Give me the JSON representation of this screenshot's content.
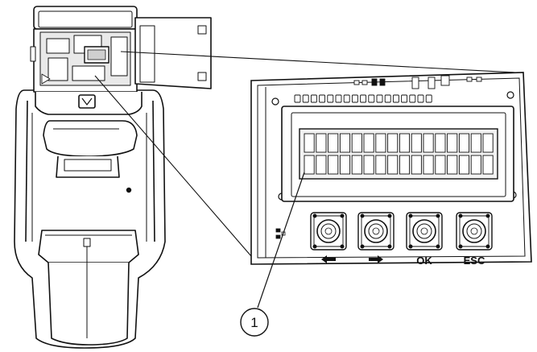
{
  "figure": {
    "callout": {
      "number": "1"
    },
    "buttons": [
      {
        "id": "left",
        "label": "",
        "arrow": "left"
      },
      {
        "id": "right",
        "label": "",
        "arrow": "right"
      },
      {
        "id": "ok",
        "label": "OK"
      },
      {
        "id": "esc",
        "label": "ESC"
      }
    ],
    "lcd": {
      "rows": 2,
      "columns": 16
    }
  }
}
